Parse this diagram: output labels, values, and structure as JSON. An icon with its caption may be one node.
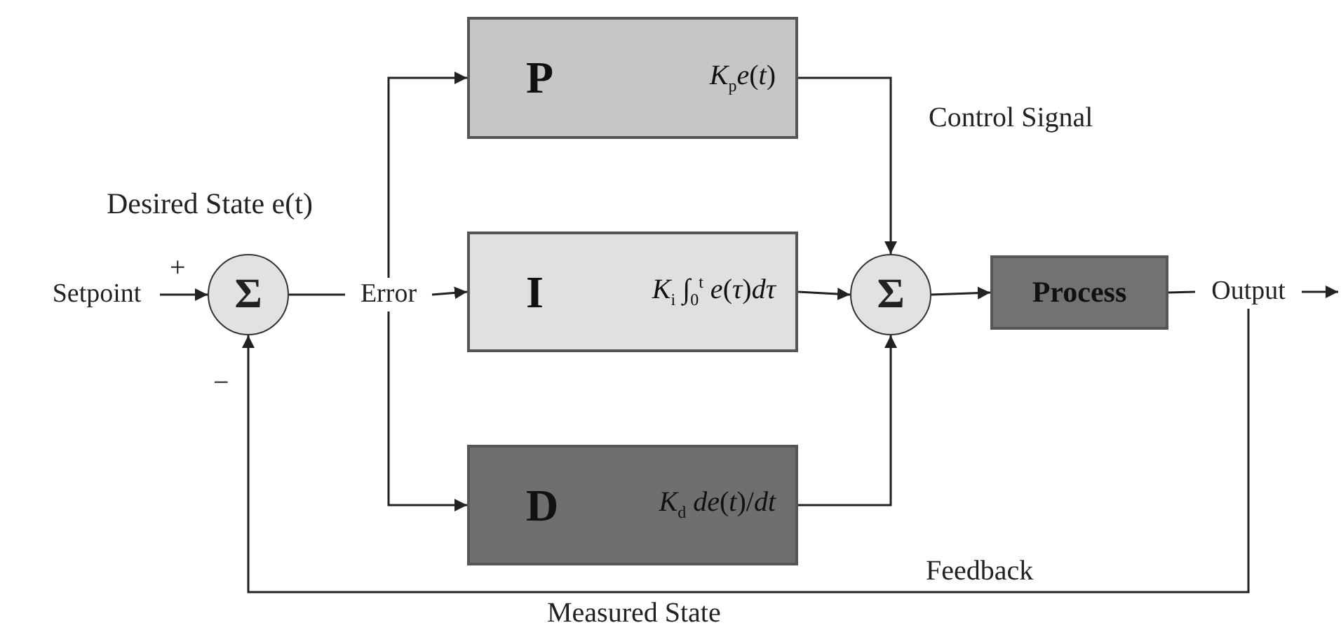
{
  "diagram": {
    "nodes": [
      {
        "text": [
          "Setpoint"
        ]
      },
      {
        "text": [
          "Σ"
        ]
      },
      {
        "text": [
          "Error"
        ]
      },
      {
        "text": [
          "P",
          "*K*$_{p}$*e*(*t*)"
        ]
      },
      {
        "text": [
          "I",
          "*K*$_{i}$ ∫$_{0}$$^{t}$ *e*(*τ*)*dτ*"
        ]
      },
      {
        "text": [
          "D",
          "*K*$_{d}$ *de*(*t*)/*dt*"
        ]
      },
      {
        "text": [
          "Σ"
        ]
      },
      {
        "text": [
          "Process"
        ]
      },
      {
        "text": [
          "Output"
        ]
      }
    ],
    "edges": [
      {
        "from": 0,
        "to": 1,
        "arrow": "to"
      },
      {
        "from": 1,
        "to": 2,
        "arrow": "none"
      },
      {
        "from": 2,
        "to": 3,
        "arrow": "to"
      },
      {
        "from": 2,
        "to": 4,
        "arrow": "to"
      },
      {
        "from": 2,
        "to": 5,
        "arrow": "to"
      },
      {
        "from": 3,
        "to": 6,
        "arrow": "to"
      },
      {
        "from": 4,
        "to": 6,
        "arrow": "to"
      },
      {
        "from": 5,
        "to": 6,
        "arrow": "to"
      },
      {
        "from": 6,
        "to": 7,
        "arrow": "to"
      },
      {
        "from": 7,
        "to": 8,
        "arrow": "none"
      },
      {
        "from": 8,
        "to": null,
        "arrow": "to"
      },
      {
        "from": 8,
        "to": 1,
        "arrow": "to"
      }
    ],
    "labels": [
      "Desired State e(t)",
      "+",
      "−",
      "Control Signal",
      "Feedback",
      "Measured State"
    ]
  }
}
